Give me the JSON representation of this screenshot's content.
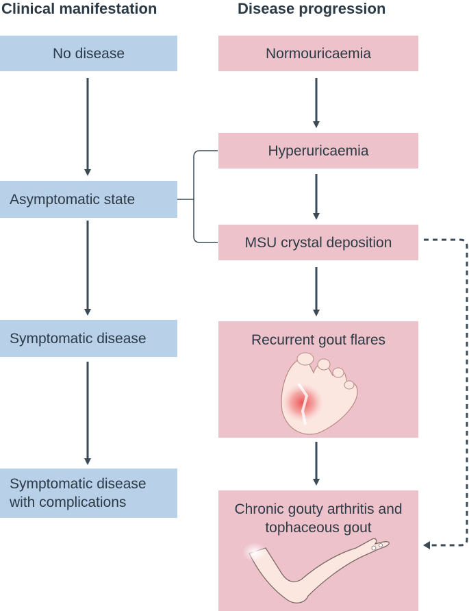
{
  "headings": {
    "clinical": "Clinical manifestation",
    "progression": "Disease progression"
  },
  "clinical_stages": [
    "No disease",
    "Asymptomatic state",
    "Symptomatic disease",
    "Symptomatic disease with complications"
  ],
  "progression_stages": [
    "Normouricaemia",
    "Hyperuricaemia",
    "MSU crystal deposition",
    "Recurrent gout flares",
    "Chronic gouty arthritis and tophaceous gout"
  ],
  "illustrations": [
    "inflamed-toe-joint-illustration",
    "arm-with-tophi-illustration"
  ],
  "colors": {
    "clinical_box": "#b8d0e8",
    "progression_box": "#eec2cb",
    "arrow": "#3a4b57",
    "inflammation": "#e84a4a"
  }
}
